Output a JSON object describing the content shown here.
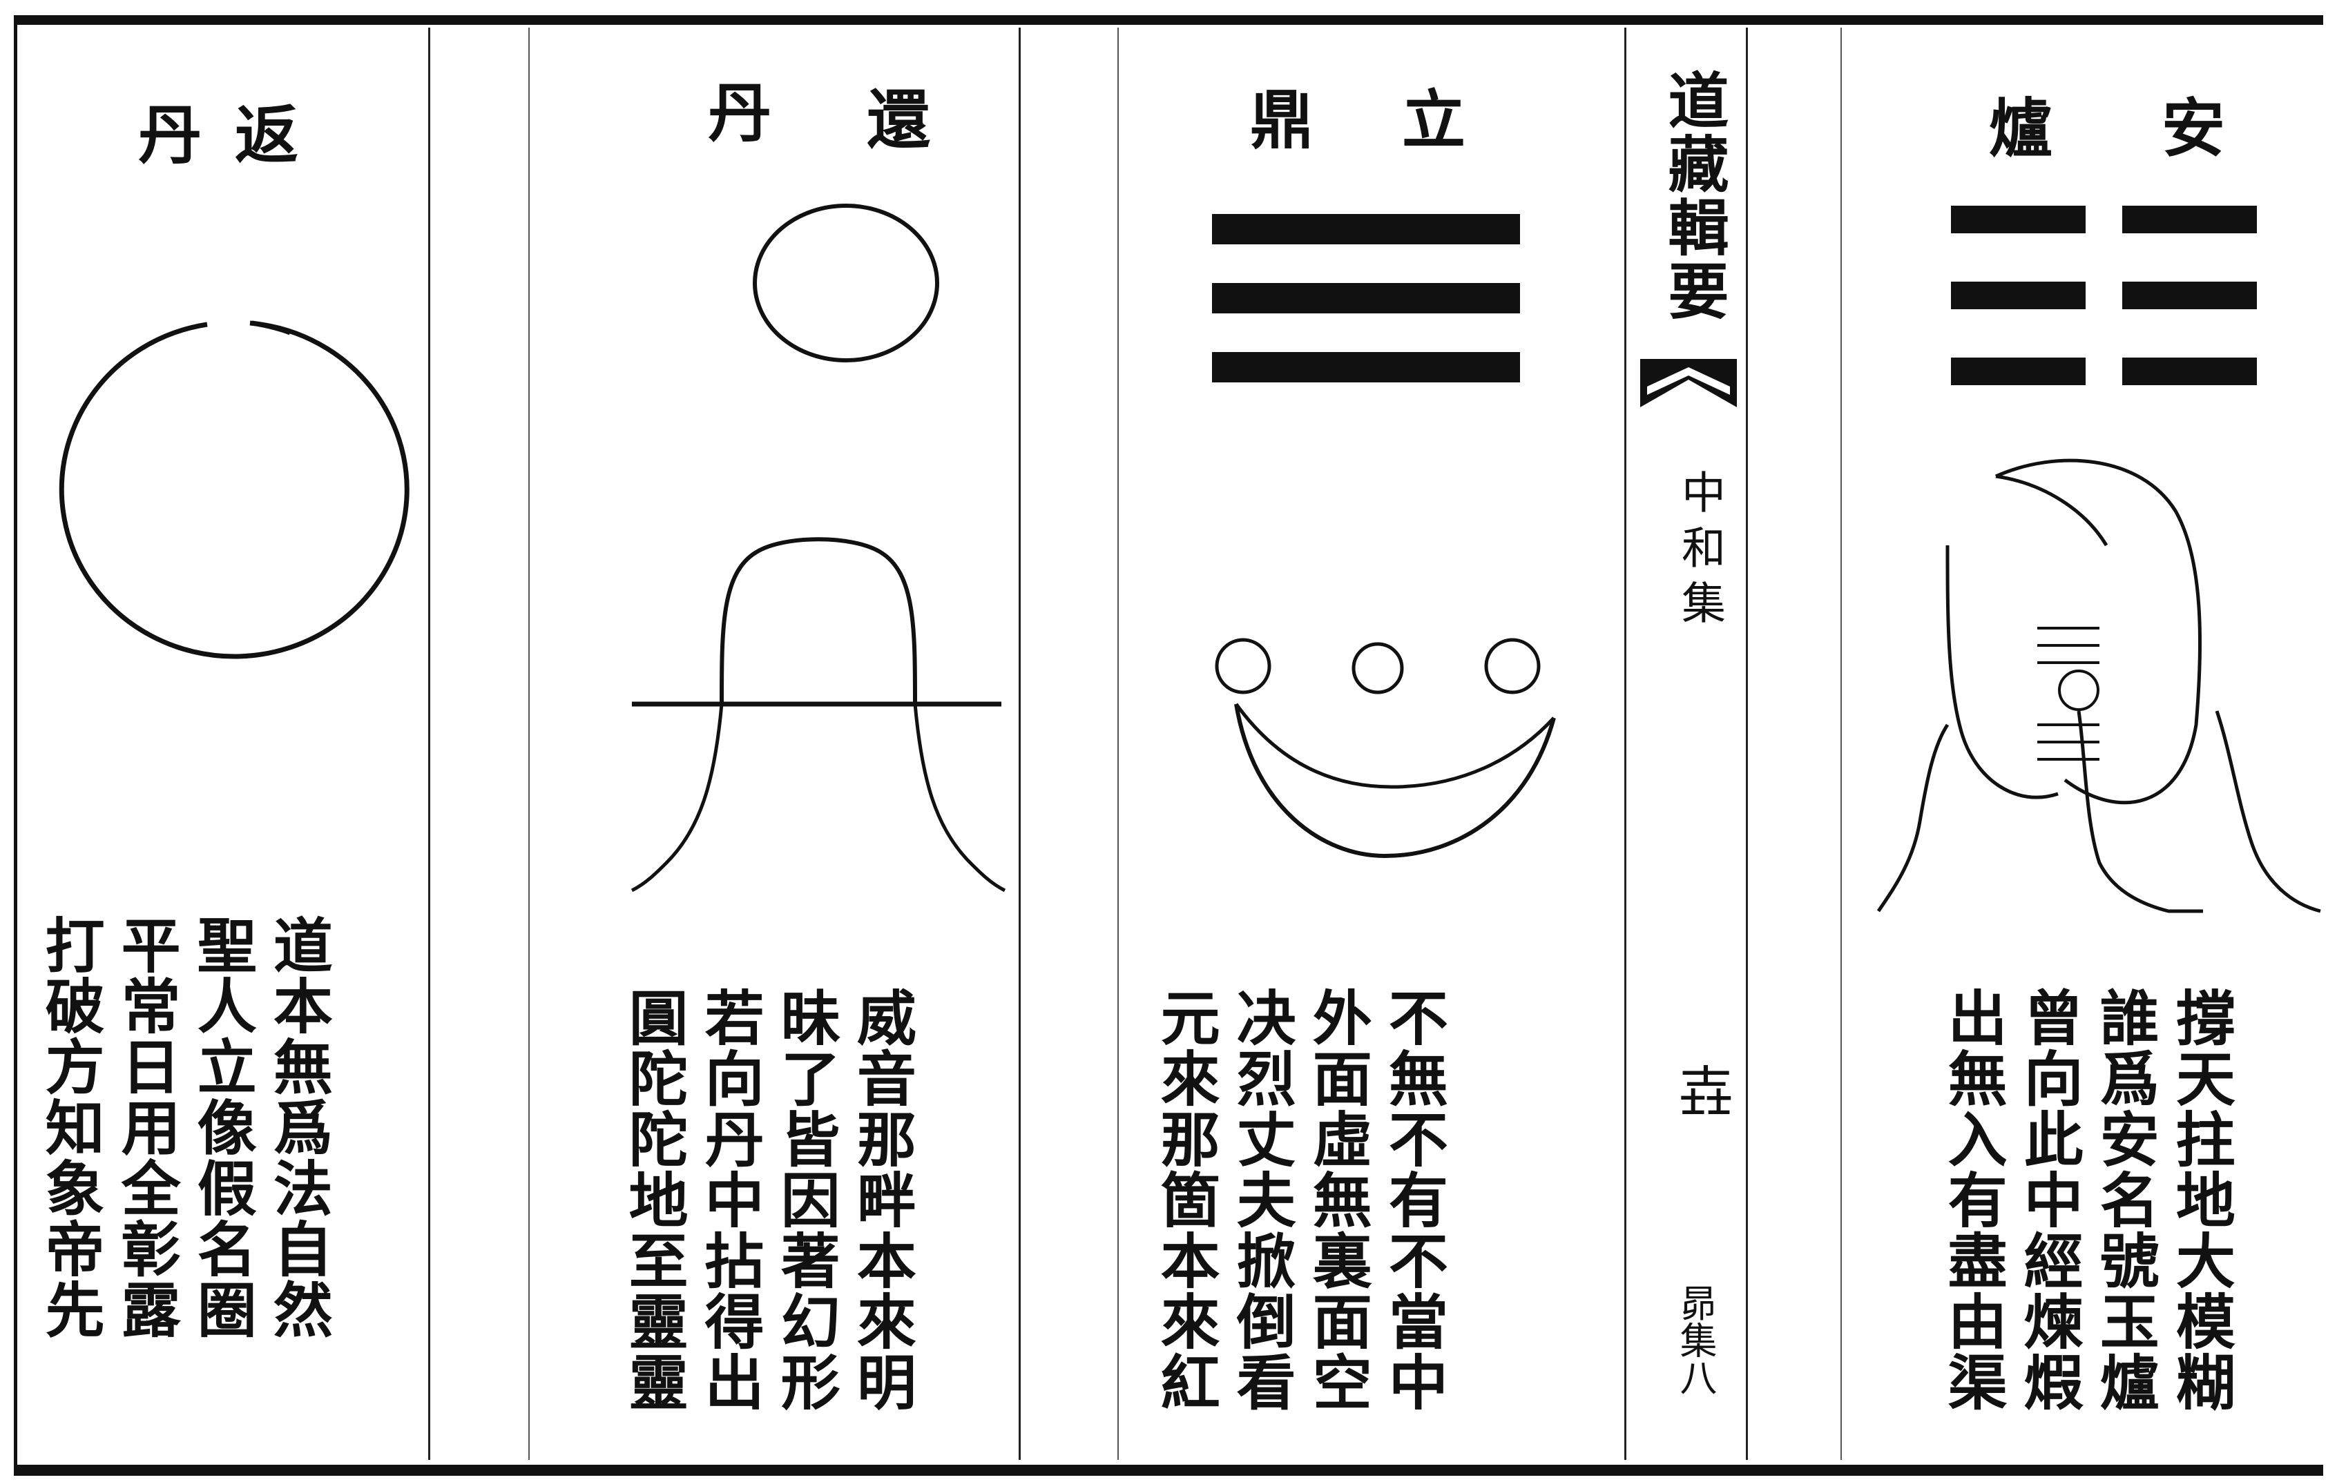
{
  "panels": {
    "an_lu": {
      "title_a": "安",
      "title_b": "爐",
      "verse": [
        "撐天拄地大模糊",
        "誰爲安名號玉爐",
        "曾向此中經煉煆",
        "出無入有盡由渠"
      ]
    },
    "li_ding": {
      "title_a": "立",
      "title_b": "鼎",
      "verse": [
        "不無不有不當中",
        "外面虛無裏面空",
        "决烈丈夫掀倒看",
        "元來那箇本來紅"
      ]
    },
    "huan_dan": {
      "title_a": "還",
      "title_b": "丹",
      "verse": [
        "威音那畔本來明",
        "昧了皆因著幻形",
        "若向丹中拈得出",
        "圓陀陀地至靈靈"
      ]
    },
    "fan_dan": {
      "title_a": "返",
      "title_b": "丹",
      "verse": [
        "道本無爲法自然",
        "聖人立像假名圈",
        "平常日用全彰露",
        "打破方知象帝先"
      ]
    }
  },
  "spine": {
    "book_title": "道藏輯要",
    "collection": "中和集",
    "page_number": "壵",
    "volume": "昴集八"
  }
}
